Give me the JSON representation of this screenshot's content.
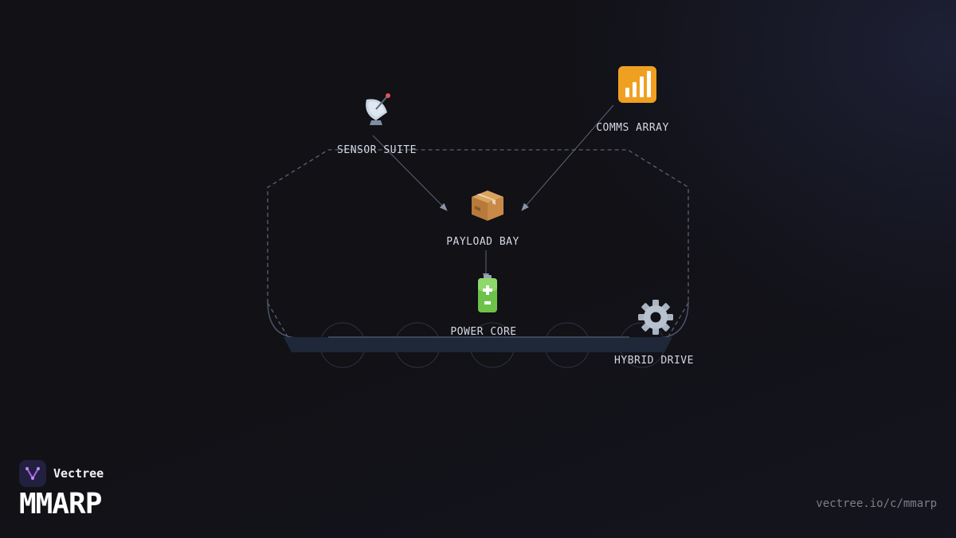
{
  "nodes": {
    "sensor_suite": {
      "label": "SENSOR SUITE",
      "icon": "satellite-dish-icon"
    },
    "comms_array": {
      "label": "COMMS ARRAY",
      "icon": "signal-bars-icon"
    },
    "payload_bay": {
      "label": "PAYLOAD BAY",
      "icon": "package-box-icon"
    },
    "power_core": {
      "label": "POWER CORE",
      "icon": "battery-icon"
    },
    "hybrid_drive": {
      "label": "HYBRID DRIVE",
      "icon": "gear-icon"
    }
  },
  "edges": [
    {
      "from": "sensor_suite",
      "to": "payload_bay"
    },
    {
      "from": "comms_array",
      "to": "payload_bay"
    },
    {
      "from": "payload_bay",
      "to": "power_core"
    }
  ],
  "branding": {
    "company": "Vectree",
    "project": "MMARP",
    "url": "vectree.io/c/mmarp"
  },
  "colors": {
    "background": "#111116",
    "outline": "#4b5366",
    "hull": "#1e2838",
    "edge": "#8a93a6",
    "text": "#d4d9e4"
  }
}
